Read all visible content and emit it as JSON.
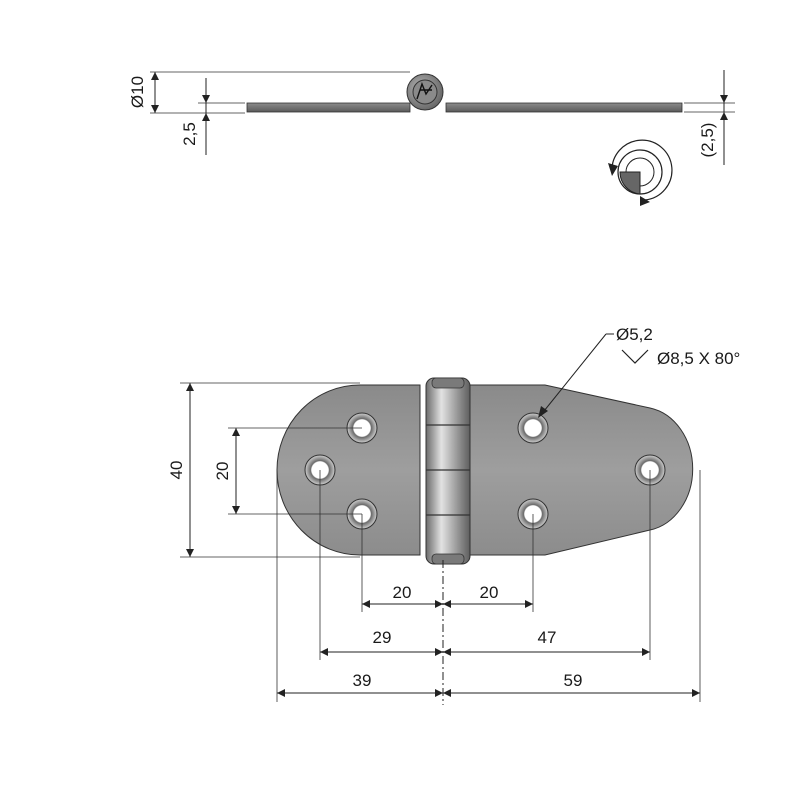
{
  "top_view": {
    "pin_diameter": "Ø10",
    "leaf_thickness": "2,5",
    "leaf_thickness_ref": "(2,5)"
  },
  "front_view": {
    "hole_diameter": "Ø5,2",
    "countersink": "Ø8,5 X 80°",
    "height_total": "40",
    "hole_vertical_spacing": "20",
    "left_inner_offset": "20",
    "right_inner_offset": "20",
    "left_outer_hole_offset": "29",
    "right_outer_hole_offset": "47",
    "left_leaf_width": "39",
    "right_leaf_width": "59"
  },
  "colors": {
    "metal_dark": "#6e6e6e",
    "metal_mid": "#a9a9a9",
    "metal_light": "#d4d4d4",
    "outline": "#333333"
  }
}
